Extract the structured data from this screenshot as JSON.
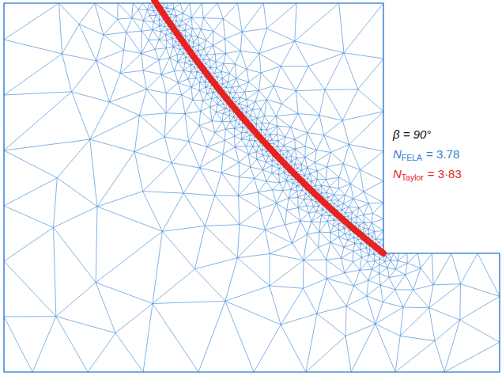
{
  "diagram": {
    "labels": [
      "β = 90°",
      "N",
      "FELA",
      "= 3.78",
      "N",
      "Taylor",
      "= 3·83"
    ]
  }
}
